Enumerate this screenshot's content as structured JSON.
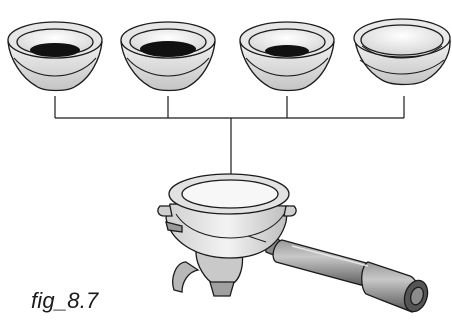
{
  "figure": {
    "caption": "fig_8.7",
    "items": [
      {
        "kind": "filter-basket",
        "fill": "dark-grounds"
      },
      {
        "kind": "filter-basket",
        "fill": "dark-grounds"
      },
      {
        "kind": "filter-basket",
        "fill": "dark-grounds"
      },
      {
        "kind": "blind-filter",
        "fill": "empty"
      },
      {
        "kind": "portafilter-handle",
        "fill": "empty"
      }
    ],
    "colors": {
      "line": "#1a1a1a",
      "metal_light": "#ececec",
      "metal_mid": "#cfcfcf",
      "metal_dark": "#9a9a9a",
      "grounds": "#111111",
      "handle": "#6e6e6e"
    }
  }
}
